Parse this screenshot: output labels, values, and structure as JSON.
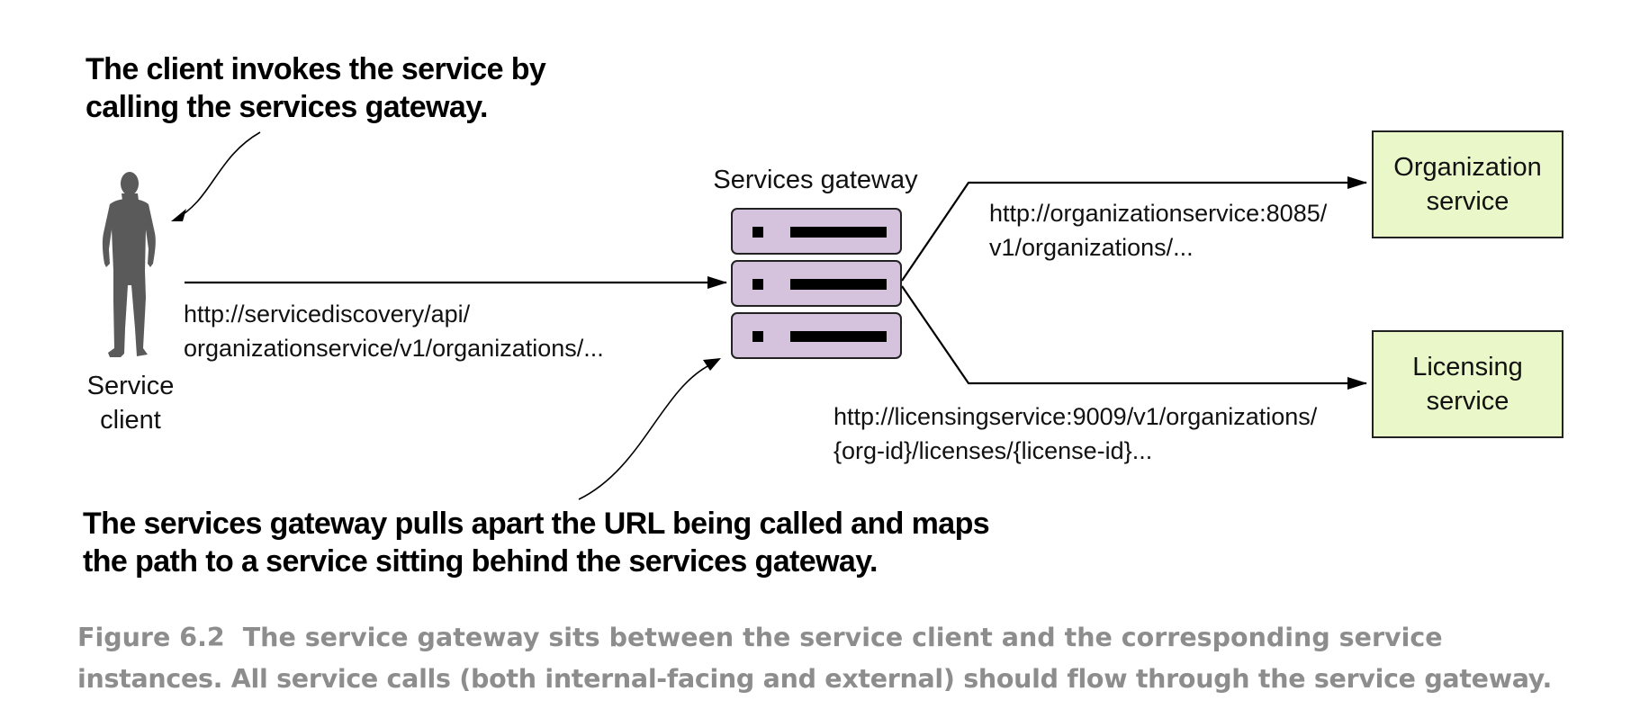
{
  "callouts": {
    "top_line1": "The client invokes the service by",
    "top_line2": "calling the services gateway.",
    "bottom_line1": "The services gateway pulls apart the URL being called and maps",
    "bottom_line2": "the path to a service sitting behind the services gateway."
  },
  "client": {
    "label_line1": "Service",
    "label_line2": "client",
    "icon": "person-icon",
    "url_line1": "http://servicediscovery/api/",
    "url_line2": "organizationservice/v1/organizations/..."
  },
  "gateway": {
    "label": "Services gateway",
    "icon": "server-rack-icon",
    "color": "#d5c3de"
  },
  "organization_service": {
    "label": "Organization\nservice",
    "url_line1": "http://organizationservice:8085/",
    "url_line2": "v1/organizations/...",
    "color": "#eaf7c8"
  },
  "licensing_service": {
    "label": "Licensing\nservice",
    "url_line1": "http://licensingservice:9009/v1/organizations/",
    "url_line2": "{org-id}/licenses/{license-id}...",
    "color": "#eaf7c8"
  },
  "caption": {
    "number": "Figure 6.2",
    "line1": "The service gateway sits between the service client and the corresponding service",
    "line2": "instances. All service calls (both internal-facing and external) should flow through the service gateway."
  }
}
